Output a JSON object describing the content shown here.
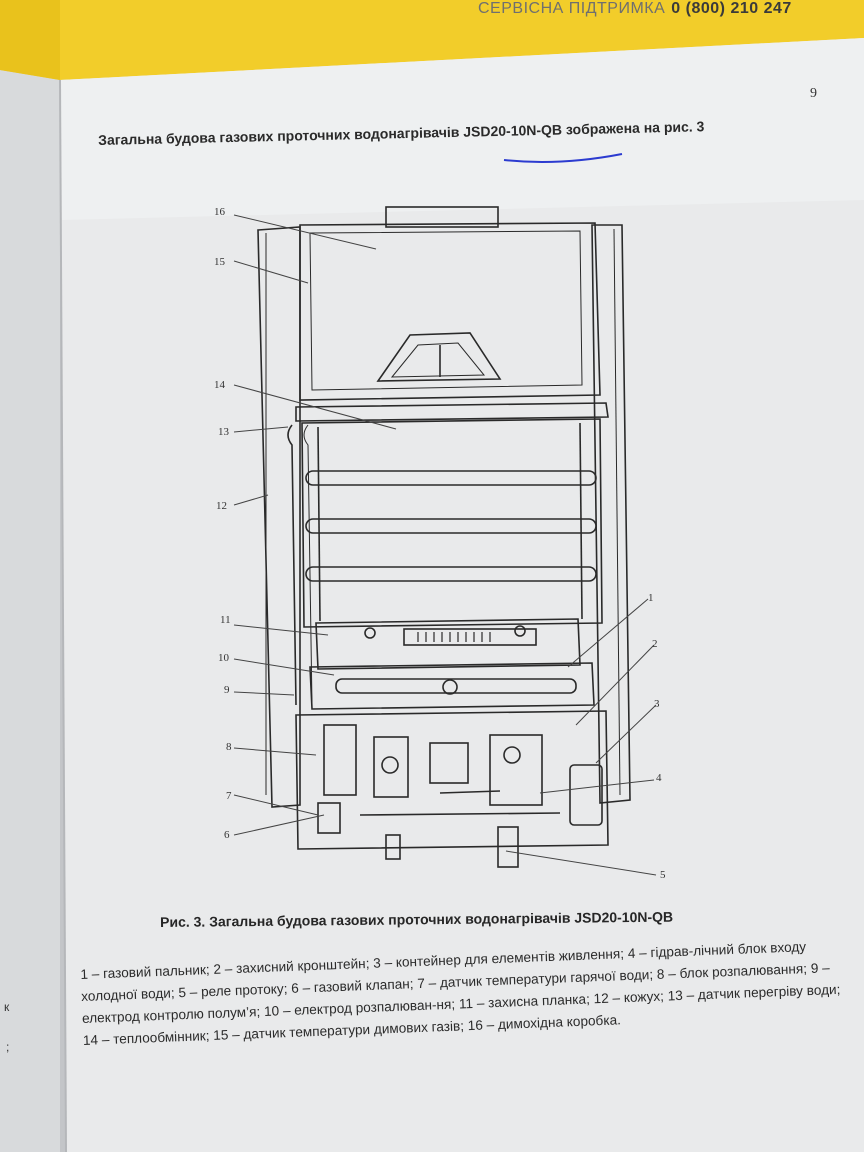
{
  "header": {
    "label": "СЕРВІСНА ПІДТРИМКА",
    "phone": "0 (800) 210 247"
  },
  "page": {
    "number": "9"
  },
  "intro": {
    "prefix": "Загальна будова газових проточних водонагрівачів ",
    "model": "JSD20-10N-QB",
    "suffix": " зображена на рис. 3"
  },
  "figure": {
    "callouts": [
      "1",
      "2",
      "3",
      "4",
      "5",
      "6",
      "7",
      "8",
      "9",
      "10",
      "11",
      "12",
      "13",
      "14",
      "15",
      "16"
    ],
    "caption": "Рис. 3. Загальна будова газових проточних водонагрівачів JSD20-10N-QB"
  },
  "legend": {
    "items": [
      "1 – газовий пальник;",
      "2 – захисний кронштейн;",
      "3 – контейнер для елементів живлення;",
      "4 – гідрав-лічний блок входу холодної води;",
      "5 – реле протоку;",
      "6 – газовий клапан;",
      "7 – датчик температури гарячої води;",
      "8 – блок розпалювання;",
      "9 – електрод контролю полум’я;",
      "10 – електрод розпалюван-ня;",
      "11 – захисна планка;",
      "12 – кожух;",
      "13 – датчик перегріву води;",
      "14 – теплообмінник;",
      "15 – датчик температури димових газів;",
      "16 – димохідна коробка."
    ]
  },
  "margin_marks": [
    "к",
    ";"
  ],
  "colors": {
    "banner": "#f4cc21",
    "paper": "#ecedee",
    "underline": "#2b3bd0"
  }
}
